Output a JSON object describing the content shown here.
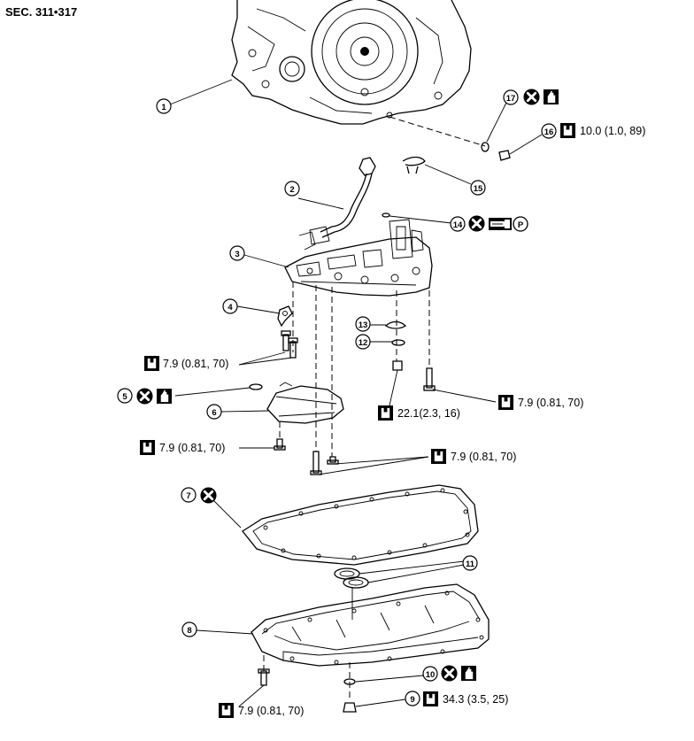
{
  "section_code": "SEC. 311•317",
  "callouts": {
    "c1": "1",
    "c2": "2",
    "c3": "3",
    "c4": "4",
    "c5": "5",
    "c6": "6",
    "c7": "7",
    "c8": "8",
    "c9": "9",
    "c10": "10",
    "c11": "11",
    "c12": "12",
    "c13": "13",
    "c14": "14",
    "c15": "15",
    "c16": "16",
    "c17": "17"
  },
  "torque_specs": {
    "t16": "10.0 (1.0, 89)",
    "t_bolt_4": "7.9 (0.81, 70)",
    "t_bolt_right": "7.9 (0.81, 70)",
    "t_12": "22.1(2.3, 16)",
    "t_bolt_6": "7.9 (0.81, 70)",
    "t_bolt_lower": "7.9 (0.81, 70)",
    "t9": "34.3 (3.5, 25)",
    "t_pan_bolt": "7.9 (0.81, 70)"
  },
  "symbols": {
    "p_letter": "P",
    "icons": [
      "do-not-reuse-icon",
      "apply-fluid-icon",
      "torque-wrench-icon",
      "grease-icon",
      "petroleum-jelly-icon"
    ]
  }
}
